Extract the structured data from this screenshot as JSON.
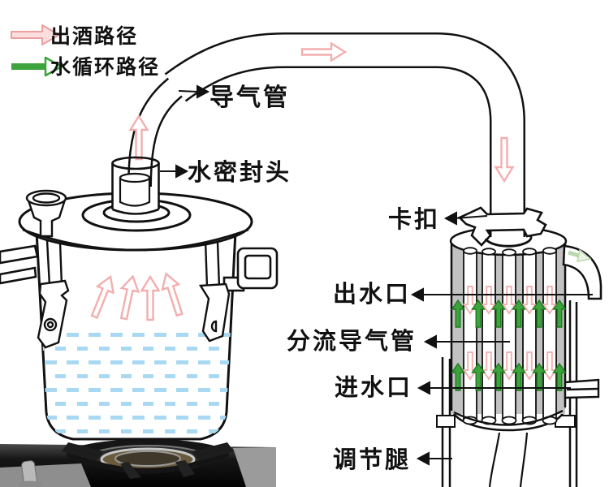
{
  "legend": {
    "wine_path": {
      "label": "出酒路径",
      "meaning": "distilled-liquor flow path"
    },
    "water_path": {
      "label": "水循环路径",
      "meaning": "cooling-water circulation path"
    }
  },
  "labels": {
    "gas_pipe": "导气管",
    "water_seal_head": "水密封头",
    "buckle": "卡扣",
    "water_outlet": "出水口",
    "split_gas_pipes": "分流导气管",
    "water_inlet": "进水口",
    "adjustable_legs": "调节腿"
  },
  "colors": {
    "wine_path_text": "#dd2020",
    "water_path_text": "#2fa22c",
    "wine_arrow": "#f3aeae",
    "water_arrow": "#3da33d",
    "label_text": "#111111",
    "boiler_water": "#a9d9f2",
    "condenser_body": "#c2c2c2",
    "line": "#111111"
  }
}
